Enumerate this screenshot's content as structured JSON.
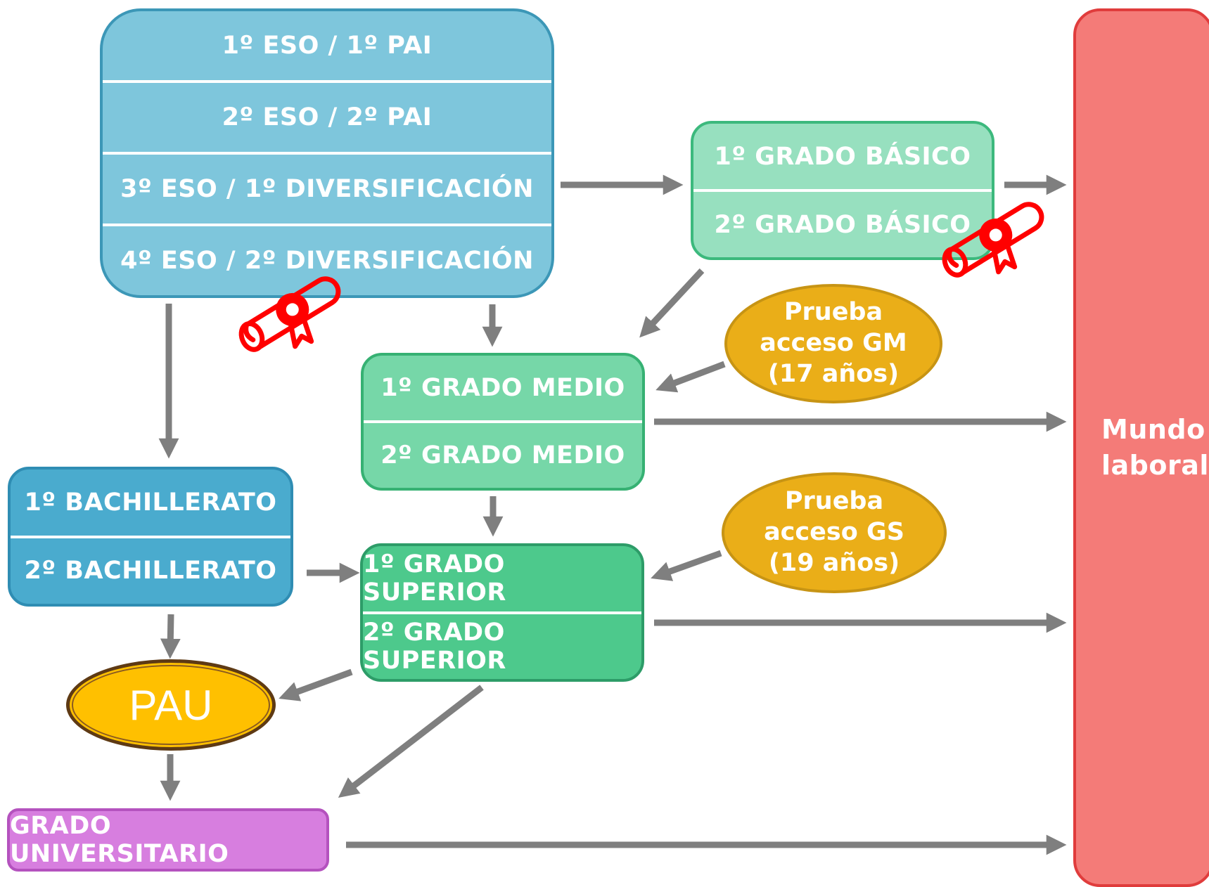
{
  "eso_block": {
    "rows": [
      "1º ESO / 1º PAI",
      "2º ESO / 2º PAI",
      "3º ESO / 1º DIVERSIFICACIÓN",
      "4º ESO / 2º DIVERSIFICACIÓN"
    ],
    "color": "#7EC6DC"
  },
  "grado_basico": {
    "rows": [
      "1º GRADO BÁSICO",
      "2º GRADO BÁSICO"
    ],
    "color": "#97E0BF"
  },
  "grado_medio": {
    "rows": [
      "1º GRADO MEDIO",
      "2º GRADO MEDIO"
    ],
    "color": "#76D7A8"
  },
  "grado_superior": {
    "rows": [
      "1º GRADO SUPERIOR",
      "2º GRADO SUPERIOR"
    ],
    "color": "#4DC98C"
  },
  "bachillerato": {
    "rows": [
      "1º BACHILLERATO",
      "2º BACHILLERATO"
    ],
    "color": "#4AABCE"
  },
  "universidad": {
    "label": "GRADO UNIVERSITARIO",
    "color": "#D77EDF"
  },
  "pau": {
    "label": "PAU",
    "color": "#FFC000"
  },
  "prueba_gm": {
    "lines": [
      "Prueba",
      "acceso GM",
      "(17 años)"
    ],
    "color": "#EAAE18"
  },
  "prueba_gs": {
    "lines": [
      "Prueba",
      "acceso GS",
      "(19 años)"
    ],
    "color": "#EAAE18"
  },
  "mundo_laboral": {
    "lines": [
      "Mundo",
      "laboral"
    ],
    "color": "#F47B78"
  },
  "arrow_color": "#7F7F7F",
  "diploma_icon": "diploma-icon",
  "diploma_color": "#FF0000"
}
